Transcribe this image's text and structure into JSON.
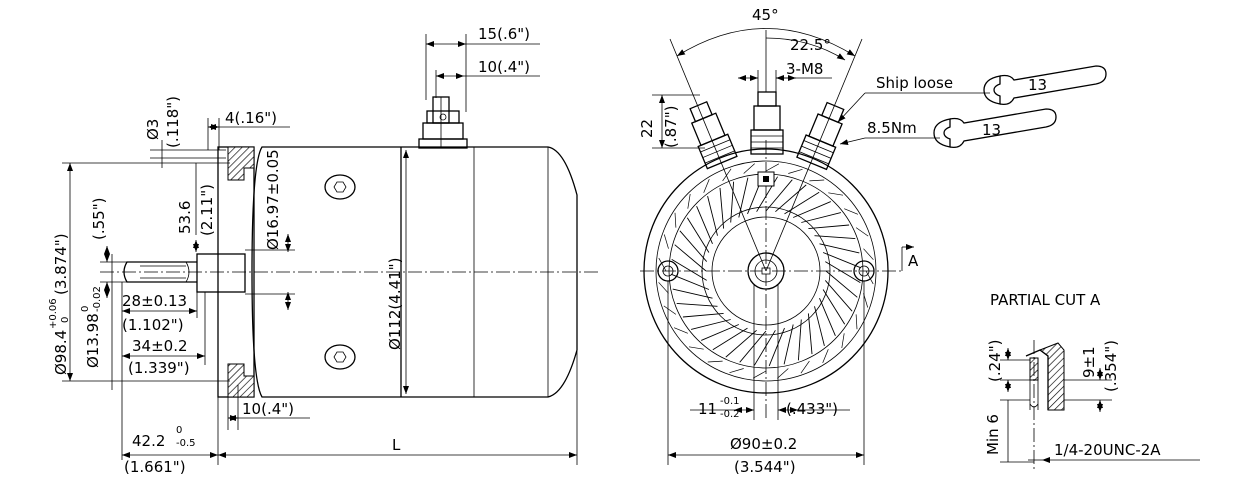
{
  "side_view": {
    "dim_15": "15(.6\")",
    "dim_10_top": "10(.4\")",
    "dim_4": "4(.16\")",
    "dim_phi3": "Ø3",
    "dim_phi3_in": "(.118\")",
    "dim_53_6": "53.6",
    "dim_2_11": "(2.11\")",
    "dim_16_97": "Ø16.97±0.05",
    "dim_0_55": "(.55\")",
    "dim_98_4": "Ø98.4",
    "dim_98_4_tol_upper": "+0.06",
    "dim_98_4_tol_lower": "0",
    "dim_3_874": "(3.874\")",
    "dim_13_98": "Ø13.98",
    "dim_13_98_tol_upper": "0",
    "dim_13_98_tol_lower": "-0.02",
    "dim_28": "28±0.13",
    "dim_1_102": "(1.102\")",
    "dim_34": "34±0.2",
    "dim_1_339": "(1.339\")",
    "dim_112": "Ø112(4.41\")",
    "dim_10_bottom": "10(.4\")",
    "dim_42_2": "42.2",
    "dim_42_2_tol_upper": "0",
    "dim_42_2_tol_lower": "-0.5",
    "dim_1_661": "(1.661\")",
    "dim_L": "L"
  },
  "front_view": {
    "angle_45": "45°",
    "angle_22_5": "22.5°",
    "dim_3_m8": "3-M8",
    "dim_22": "22",
    "dim_0_87": "(.87\")",
    "ship_loose": "Ship loose",
    "wrench_size_1": "13",
    "torque": "8.5Nm",
    "wrench_size_2": "13",
    "section_mark": "A",
    "dim_11": "11",
    "dim_11_tol_upper": "-0.1",
    "dim_11_tol_lower": "-0.2",
    "dim_0_433": "(.433\")",
    "dim_90": "Ø90±0.2",
    "dim_3_544": "(3.544\")"
  },
  "partial_cut": {
    "title": "PARTIAL CUT A",
    "dim_0_24": "(.24\")",
    "dim_min6": "Min 6",
    "dim_9": "9±1",
    "dim_0_354": "(.354\")",
    "thread": "1/4-20UNC-2A"
  }
}
